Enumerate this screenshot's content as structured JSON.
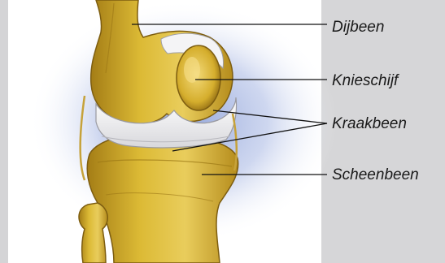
{
  "labels": {
    "femur": "Dijbeen",
    "patella": "Knieschijf",
    "cartilage": "Kraakbeen",
    "tibia": "Scheenbeen"
  },
  "colors": {
    "bone": "#d9b52e",
    "bone_light": "#eed373",
    "bone_shadow": "#8c6a14",
    "cartilage": "#f2f2f2",
    "halo": "#8ca0d8",
    "panel": "#d6d6d8",
    "leader_line": "#111111"
  }
}
